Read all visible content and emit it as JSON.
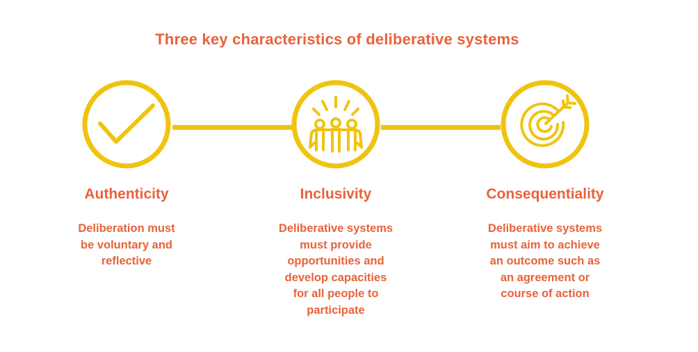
{
  "title": "Three key characteristics of deliberative systems",
  "colors": {
    "accent": "#f0c30f",
    "text": "#e8623a"
  },
  "characteristics": [
    {
      "icon": "checkmark-icon",
      "heading": "Authenticity",
      "description_lines": [
        "Deliberation must",
        "be voluntary and",
        "reflective"
      ]
    },
    {
      "icon": "people-group-icon",
      "heading": "Inclusivity",
      "description_lines": [
        "Deliberative systems",
        "must provide",
        "opportunities and",
        "develop capacities",
        "for all people to",
        "participate"
      ]
    },
    {
      "icon": "target-icon",
      "heading": "Consequentiality",
      "description_lines": [
        "Deliberative systems",
        "must aim to achieve",
        "an outcome such as",
        "an agreement or",
        "course of action"
      ]
    }
  ]
}
